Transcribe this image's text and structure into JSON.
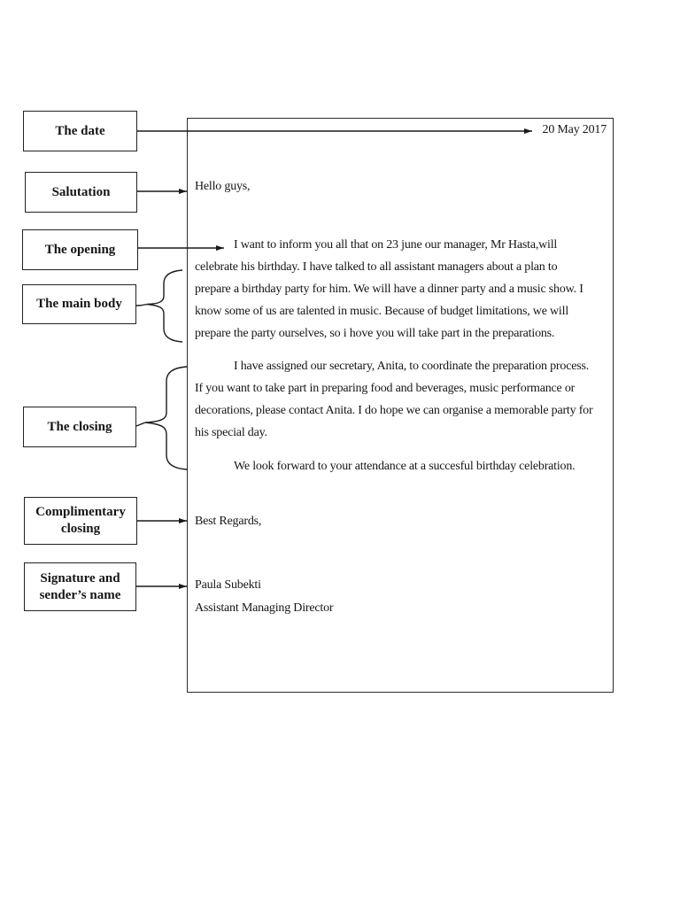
{
  "document": {
    "type_note": "annotated example of an informal business letter",
    "colors": {
      "ink": "#161616",
      "paper": "#ffffff",
      "line": "#1a1a1a"
    }
  },
  "diagram_labels": {
    "date": "The date",
    "salutation": "Salutation",
    "opening": "The opening",
    "main_body": "The main body",
    "closing": "The closing",
    "complimentary_closing": "Complimentary closing",
    "signature": "Signature and sender’s name"
  },
  "letter": {
    "date": "20 May 2017",
    "salutation": "Hello guys,",
    "paragraph1_lines": [
      "I want to inform you all that on 23 june our manager, Mr Hasta,will",
      "celebrate his birthday. I have talked to all assistant managers about a plan to",
      "prepare a birthday party for him. We will have a dinner party and a music show. I",
      "know some of us are talented in music. Because of budget limitations, we will",
      "prepare the party ourselves, so i hove you will take part in the preparations."
    ],
    "paragraph2_lines": [
      "I have assigned our secretary, Anita, to coordinate the preparation process.",
      "If you want to take part in preparing food and beverages, music performance or",
      "decorations, please contact Anita. I do hope we can organise a memorable party for",
      "his special day."
    ],
    "paragraph3": "We look forward to your attendance at a succesful birthday celebration.",
    "complimentary_closing": "Best Regards,",
    "sender_name": "Paula Subekti",
    "sender_title": "Assistant Managing Director"
  }
}
